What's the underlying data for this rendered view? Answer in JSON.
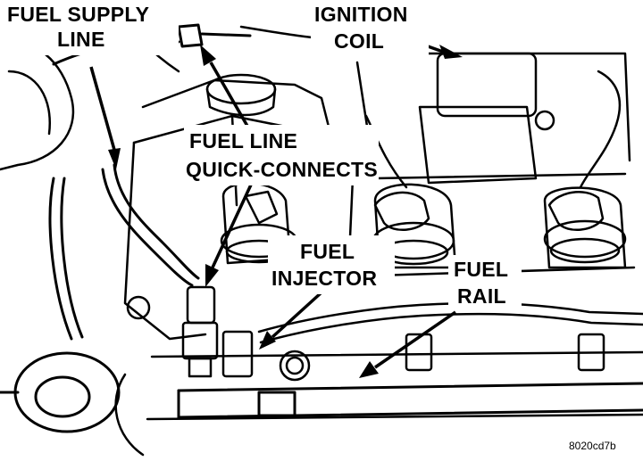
{
  "labels": {
    "fuel_supply_line": [
      "FUEL SUPPLY",
      "LINE"
    ],
    "ignition_coil": [
      "IGNITION",
      "COIL"
    ],
    "fuel_line_quick_connects": [
      "FUEL LINE",
      "QUICK-CONNECTS"
    ],
    "fuel_injector": [
      "FUEL",
      "INJECTOR"
    ],
    "fuel_rail": [
      "FUEL",
      "RAIL"
    ]
  },
  "figure_code": "8020cd7b"
}
